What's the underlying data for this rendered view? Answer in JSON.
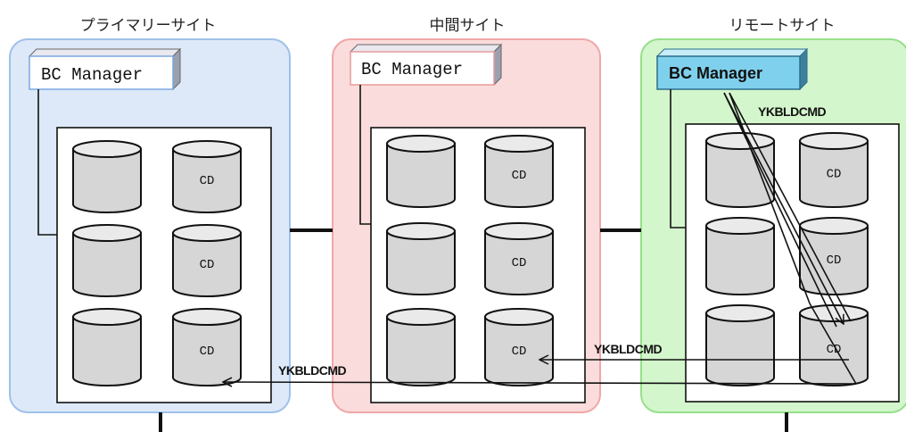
{
  "sites": [
    {
      "id": "primary",
      "title": "プライマリーサイト",
      "manager_label": "BC Manager",
      "manager_active": false,
      "cd_label": "CD"
    },
    {
      "id": "intermediate",
      "title": "中間サイト",
      "manager_label": "BC Manager",
      "manager_active": false,
      "cd_label": "CD"
    },
    {
      "id": "remote",
      "title": "リモートサイト",
      "manager_label": "BC Manager",
      "manager_active": true,
      "cd_label": "CD"
    }
  ],
  "commands": {
    "remote_local": "YKBLDCMD",
    "remote_to_intermediate": "YKBLDCMD",
    "remote_to_primary": "YKBLDCMD"
  },
  "colors": {
    "primary_site_fill": "#dde9f8",
    "primary_site_stroke": "#9fc0ea",
    "intermediate_site_fill": "#fbdcdc",
    "intermediate_site_stroke": "#f0a7a7",
    "remote_site_fill": "#d4f6cc",
    "remote_site_stroke": "#96e08a",
    "active_manager_fill": "#7fd0ec",
    "cylinder_fill": "#d6d6d6"
  }
}
